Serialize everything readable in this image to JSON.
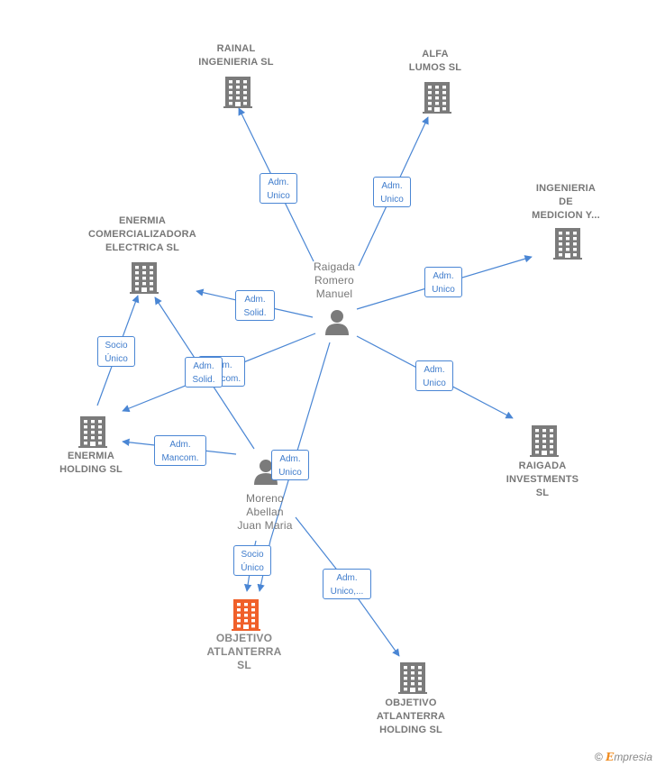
{
  "colors": {
    "edge": "#4a86d4",
    "company": "#7b7b7b",
    "main_company": "#f0602a",
    "person": "#7b7b7b"
  },
  "nodes": [
    {
      "id": "rainal",
      "kind": "company",
      "icon": "building-icon",
      "label": "RAINAL\nINGENIERIA SL"
    },
    {
      "id": "alfa",
      "kind": "company",
      "icon": "building-icon",
      "label": "ALFA\nLUMOS SL"
    },
    {
      "id": "ingenieria",
      "kind": "company",
      "icon": "building-icon",
      "label": "INGENIERIA\nDE\nMEDICION Y..."
    },
    {
      "id": "enermia_com",
      "kind": "company",
      "icon": "building-icon",
      "label": "ENERMIA\nCOMERCIALIZADORA\nELECTRICA SL"
    },
    {
      "id": "raigada_person",
      "kind": "person",
      "icon": "person-icon",
      "label": "Raigada\nRomero\nManuel"
    },
    {
      "id": "enermia_hold",
      "kind": "company",
      "icon": "building-icon",
      "label": "ENERMIA\nHOLDING SL"
    },
    {
      "id": "raigada_inv",
      "kind": "company",
      "icon": "building-icon",
      "label": "RAIGADA\nINVESTMENTS\nSL"
    },
    {
      "id": "moreno_person",
      "kind": "person",
      "icon": "person-icon",
      "label": "Moreno\nAbellan\nJuan Maria"
    },
    {
      "id": "objetivo",
      "kind": "main",
      "icon": "building-icon",
      "label": "OBJETIVO\nATLANTERRA\nSL"
    },
    {
      "id": "objetivo_hold",
      "kind": "company",
      "icon": "building-icon",
      "label": "OBJETIVO\nATLANTERRA\nHOLDING SL"
    }
  ],
  "edges": [
    {
      "id": "e1",
      "label": "Adm.\nUnico"
    },
    {
      "id": "e2",
      "label": "Adm.\nUnico"
    },
    {
      "id": "e3",
      "label": "Adm.\nUnico"
    },
    {
      "id": "e4",
      "label": "Adm.\nSolid."
    },
    {
      "id": "e5",
      "label": "Adm.\nUnico"
    },
    {
      "id": "e6",
      "label": "Adm.\nMancom."
    },
    {
      "id": "e7",
      "label": "Adm.\nSolid."
    },
    {
      "id": "e8",
      "label": "Socio\nÚnico"
    },
    {
      "id": "e9",
      "label": "Adm.\nMancom."
    },
    {
      "id": "e10",
      "label": "Adm.\nUnico"
    },
    {
      "id": "e11",
      "label": "Socio\nÚnico"
    },
    {
      "id": "e12",
      "label": "Adm.\nUnico,..."
    }
  ],
  "brand": {
    "copyright": "©",
    "e": "E",
    "rest": "mpresia"
  }
}
